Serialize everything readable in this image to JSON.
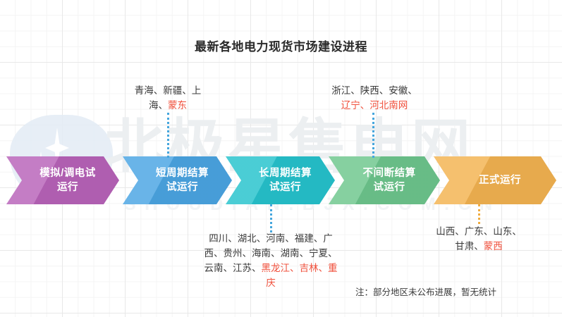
{
  "page": {
    "title": "最新各地电力现货市场建设进程",
    "footnote": "注：部分地区未公布进展，暂无统计",
    "highlight_color": "#f0503c"
  },
  "watermark": {
    "brand": "北极星售电网",
    "domain": "SHOUDIAN.BJX.COM.CN"
  },
  "stages": [
    {
      "id": "stage-1",
      "label_line1": "模拟/调电试",
      "label_line2": "运行",
      "color": "#b863b9"
    },
    {
      "id": "stage-2",
      "label_line1": "短周期结算",
      "label_line2": "试运行",
      "color": "#4ba5e3"
    },
    {
      "id": "stage-3",
      "label_line1": "长周期结算",
      "label_line2": "试运行",
      "color": "#26c3cd"
    },
    {
      "id": "stage-4",
      "label_line1": "不间断结算",
      "label_line2": "试运行",
      "color": "#6dc68d"
    },
    {
      "id": "stage-5",
      "label_line1": "正式运行",
      "label_line2": "",
      "color": "#f3b351"
    }
  ],
  "annotations": {
    "top_short_cycle": {
      "plain_line1": "青海、新疆、上",
      "plain_line2": "海、",
      "highlight": "蒙东",
      "connector_color": "#45a6dd"
    },
    "top_continuous": {
      "plain_line1": "浙江、陕西、安徽、",
      "highlight_line2": "辽宁、河北南网",
      "connector_color": "#45a6dd"
    },
    "bottom_long_cycle": {
      "line1": "四川、湖北、河南、福建、广",
      "line2": "西、贵州、海南、湖南、宁夏、",
      "line3_plain": "云南、江苏、",
      "line3_highlight": "黑龙江、吉林、重",
      "line4_highlight": "庆",
      "connector_color": "#45a6dd"
    },
    "bottom_formal": {
      "line1": "山西、广东、山东、",
      "line2_plain": "甘肃、",
      "line2_highlight": "蒙西",
      "connector_color": "#f0ab3d"
    }
  }
}
